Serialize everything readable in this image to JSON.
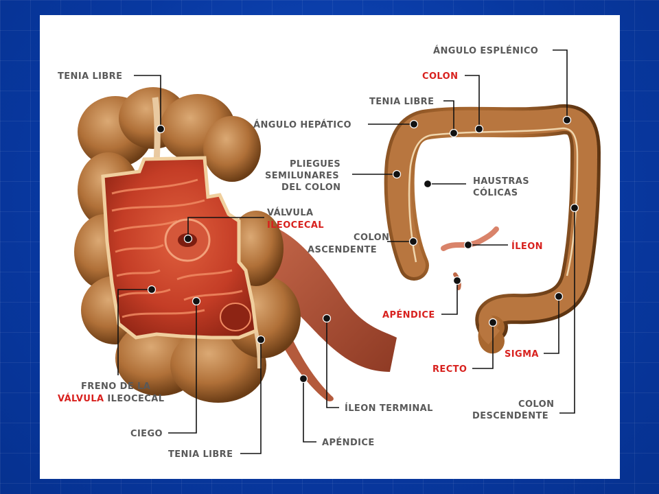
{
  "labels": {
    "tenia_libre_top": "TENIA LIBRE",
    "valvula_ileocecal_1": "VÁLVULA",
    "valvula_ileocecal_2": "ILEOCECAL",
    "freno_1": "FRENO DE LA",
    "freno_2a": "VÁLVULA",
    "freno_2b": " ILEOCECAL",
    "ciego": "CIEGO",
    "tenia_libre_bottom": "TENIA LIBRE",
    "apendice_left": "APÉNDICE",
    "ileon_terminal": "ÍLEON TERMINAL",
    "angulo_esplenico": "ÁNGULO ESPLÉNICO",
    "colon": "COLON",
    "tenia_libre_right": "TENIA LIBRE",
    "angulo_hepatico": "ÁNGULO HEPÁTICO",
    "pliegues_1": "PLIEGUES",
    "pliegues_2": "SEMILUNARES",
    "pliegues_3": "DEL COLON",
    "haustras_1": "HAUSTRAS",
    "haustras_2": "CÓLICAS",
    "colon_asc_1": "COLON",
    "colon_asc_2": "ASCENDENTE",
    "ileon": "ÍLEON",
    "apendice_right": "APÉNDICE",
    "sigma": "SIGMA",
    "recto": "RECTO",
    "colon_desc_1": "COLON",
    "colon_desc_2": "DESCENDENTE"
  },
  "colors": {
    "background_blue": "#0a3fb0",
    "label_gray": "#595959",
    "label_red": "#d8211e",
    "colon_brown": "#b8763f",
    "mucosa_red": "#c9442c"
  }
}
